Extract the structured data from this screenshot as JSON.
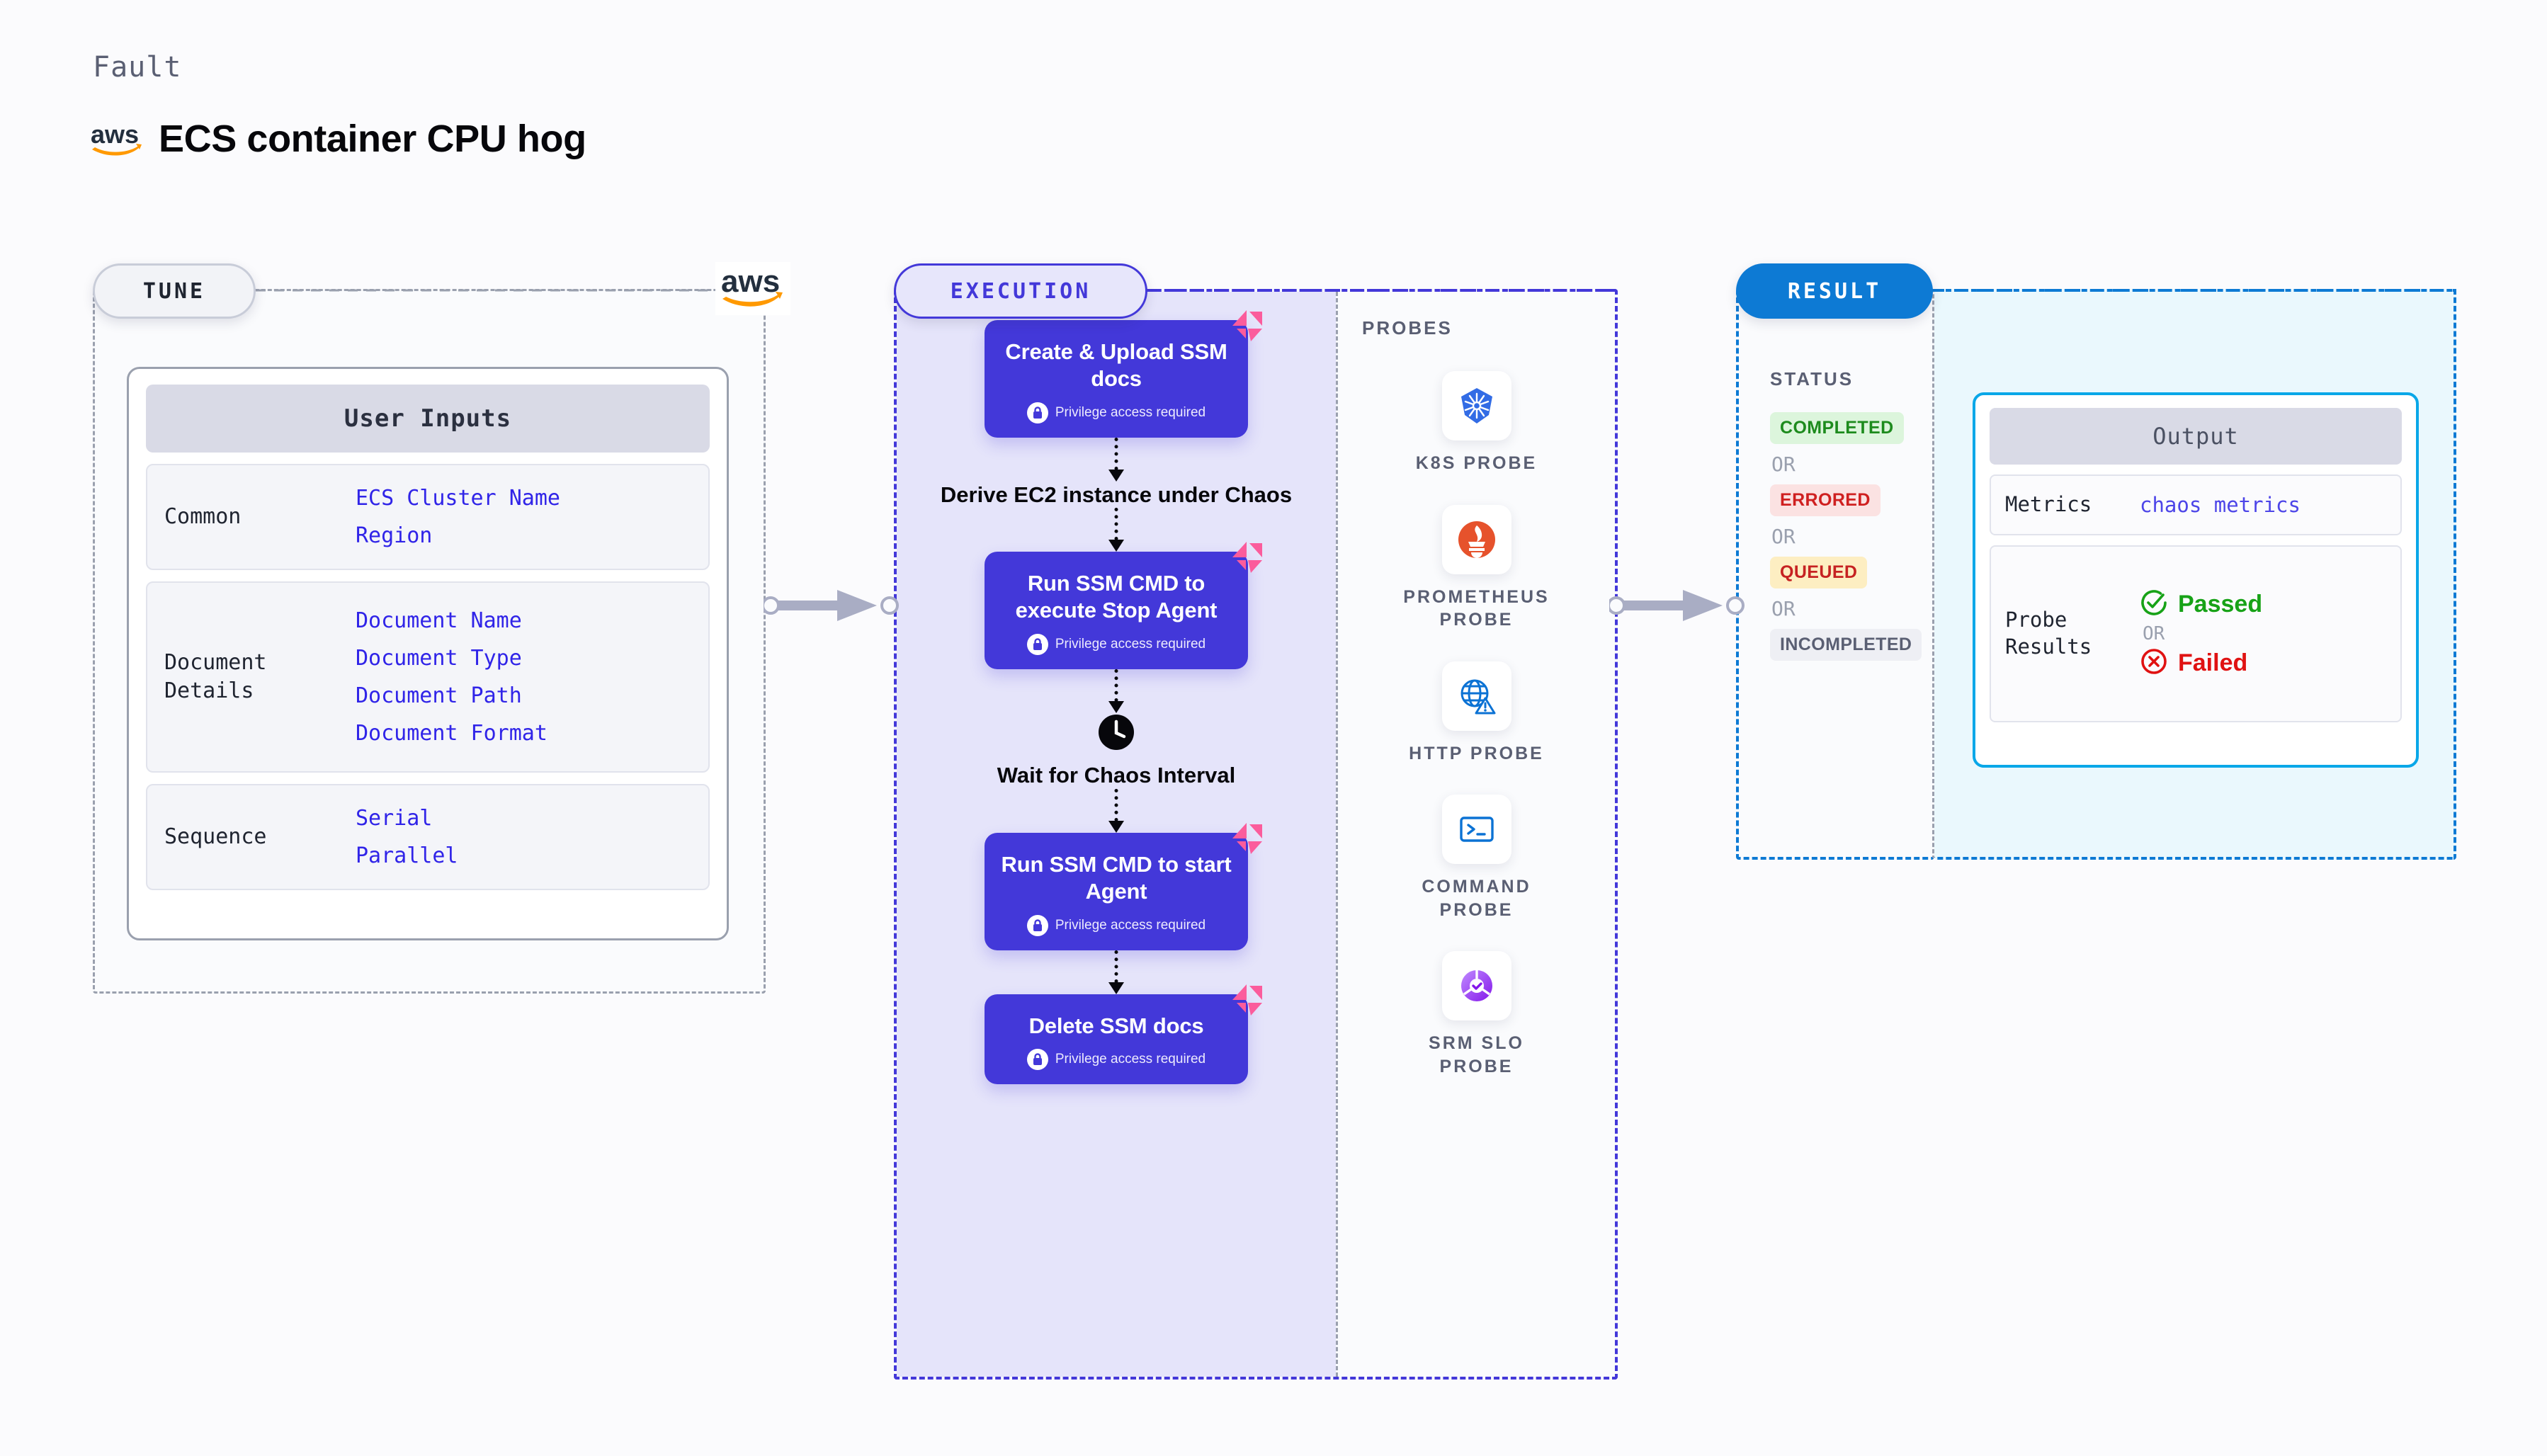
{
  "header": {
    "eyebrow": "Fault",
    "title": "ECS container CPU hog",
    "logo_icon": "aws-logo"
  },
  "tune": {
    "pill_label": "TUNE",
    "provider_icon": "aws-logo",
    "card_title": "User Inputs",
    "groups": [
      {
        "label": "Common",
        "values": [
          "ECS Cluster Name",
          "Region"
        ]
      },
      {
        "label": "Document\nDetails",
        "values": [
          "Document Name",
          "Document Type",
          "Document Path",
          "Document Format"
        ]
      },
      {
        "label": "Sequence",
        "values": [
          "Serial",
          "Parallel"
        ]
      }
    ]
  },
  "execution": {
    "pill_label": "EXECUTION",
    "privilege_note": "Privilege access required",
    "steps": [
      {
        "type": "node",
        "title": "Create & Upload SSM docs",
        "privileged": true,
        "badge": "litmus-badge-icon"
      },
      {
        "type": "text",
        "title": "Derive EC2 instance under Chaos",
        "icon": null
      },
      {
        "type": "node",
        "title": "Run SSM CMD to execute Stop Agent",
        "privileged": true,
        "badge": "litmus-badge-icon"
      },
      {
        "type": "text",
        "title": "Wait for Chaos Interval",
        "icon": "clock-icon"
      },
      {
        "type": "node",
        "title": "Run SSM CMD to start Agent",
        "privileged": true,
        "badge": "litmus-badge-icon"
      },
      {
        "type": "node",
        "title": "Delete SSM docs",
        "privileged": true,
        "badge": "litmus-badge-icon"
      }
    ],
    "probes": {
      "title": "PROBES",
      "items": [
        {
          "label": "K8S PROBE",
          "icon": "kubernetes-icon"
        },
        {
          "label": "PROMETHEUS PROBE",
          "icon": "prometheus-icon"
        },
        {
          "label": "HTTP PROBE",
          "icon": "http-globe-icon"
        },
        {
          "label": "COMMAND PROBE",
          "icon": "terminal-icon"
        },
        {
          "label": "SRM SLO PROBE",
          "icon": "srm-slo-icon"
        }
      ]
    }
  },
  "result": {
    "pill_label": "RESULT",
    "status_title": "STATUS",
    "or_label": "OR",
    "statuses": [
      {
        "label": "COMPLETED",
        "bg": "#dcf5dc",
        "fg": "#1d8b1d"
      },
      {
        "label": "ERRORED",
        "bg": "#fbe2e2",
        "fg": "#cf2020"
      },
      {
        "label": "QUEUED",
        "bg": "#fdeec2",
        "fg": "#c62222"
      },
      {
        "label": "INCOMPLETED",
        "bg": "#eeeff4",
        "fg": "#5a5f73"
      }
    ],
    "output": {
      "title": "Output",
      "metrics_label": "Metrics",
      "metrics_value": "chaos metrics",
      "probe_results_label": "Probe\nResults",
      "passed_label": "Passed",
      "passed_icon": "check-circle-icon",
      "passed_color": "#17a217",
      "failed_label": "Failed",
      "failed_icon": "x-circle-icon",
      "failed_color": "#e01212",
      "or_label": "OR"
    }
  },
  "colors": {
    "node_purple": "#4338d9",
    "exec_bg": "#e5e4fa",
    "result_blue": "#0d7ad4",
    "output_border": "#09a7e8",
    "output_bg": "#eaf8fd",
    "litmus_pink": "#fb5c9c",
    "tune_gray": "#9aa0ae",
    "accent_violet": "#3024e8"
  }
}
